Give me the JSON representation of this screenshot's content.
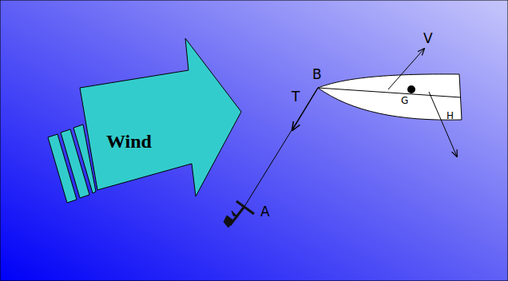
{
  "diagram": {
    "nodes": [
      {
        "text": [
          "Wind"
        ]
      }
    ],
    "labels": [
      "B",
      "T",
      "V",
      "G",
      "H",
      "A"
    ]
  }
}
